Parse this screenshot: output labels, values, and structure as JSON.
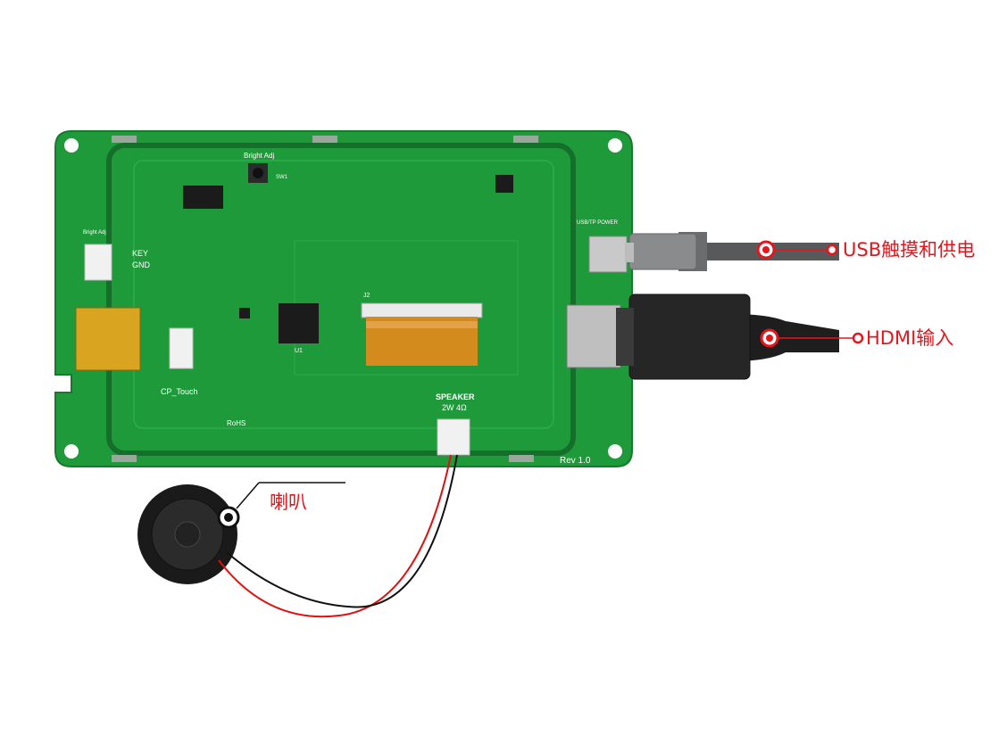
{
  "callouts": {
    "usb": "USB触摸和供电",
    "hdmi": "HDMI输入",
    "speaker": "喇叭"
  },
  "board": {
    "bright_adj": "Bright Adj",
    "key": "KEY",
    "gnd": "GND",
    "cp_touch": "CP_Touch",
    "speaker_label": "SPEAKER",
    "speaker_spec": "2W 4Ω",
    "rev": "Rev 1.0",
    "usb_power": "USB/TP POWER",
    "rohs": "RoHS",
    "sw1": "SW1",
    "u1": "U1",
    "j2": "J2"
  },
  "colors": {
    "accent": "#e8141b",
    "pcb": "#1f9a3a"
  }
}
